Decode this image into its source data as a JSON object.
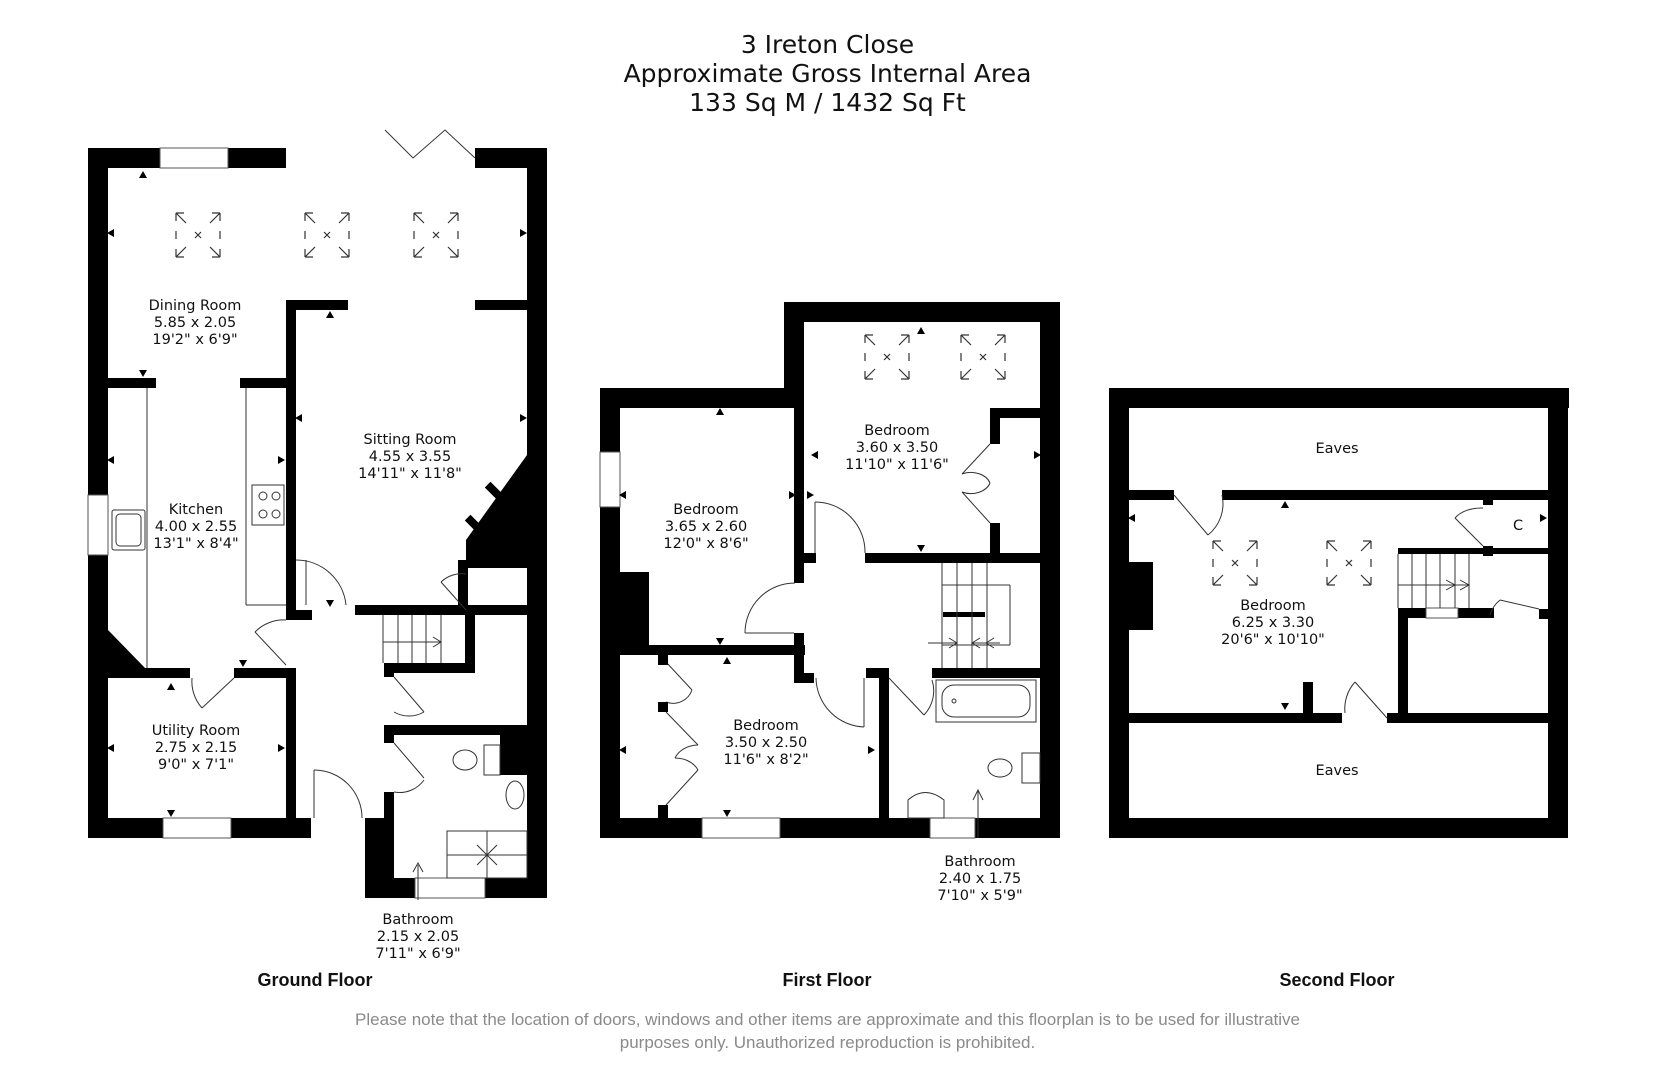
{
  "header": {
    "address": "3 Ireton Close",
    "area_title": "Approximate Gross Internal Area",
    "area_value": "133 Sq M / 1432 Sq Ft"
  },
  "floors": [
    {
      "name": "Ground Floor",
      "rooms": [
        {
          "name": "Dining Room",
          "metric": "5.85 x 2.05",
          "imperial": "19'2\" x 6'9\""
        },
        {
          "name": "Sitting Room",
          "metric": "4.55 x 3.55",
          "imperial": "14'11\" x 11'8\""
        },
        {
          "name": "Kitchen",
          "metric": "4.00 x 2.55",
          "imperial": "13'1\" x 8'4\""
        },
        {
          "name": "Utility Room",
          "metric": "2.75 x 2.15",
          "imperial": "9'0\" x 7'1\""
        },
        {
          "name": "Bathroom",
          "metric": "2.15 x 2.05",
          "imperial": "7'11\" x 6'9\""
        }
      ]
    },
    {
      "name": "First Floor",
      "rooms": [
        {
          "name": "Bedroom",
          "metric": "3.65 x 2.60",
          "imperial": "12'0\" x 8'6\""
        },
        {
          "name": "Bedroom",
          "metric": "3.60 x 3.50",
          "imperial": "11'10\" x 11'6\""
        },
        {
          "name": "Bedroom",
          "metric": "3.50 x 2.50",
          "imperial": "11'6\" x 8'2\""
        },
        {
          "name": "Bathroom",
          "metric": "2.40 x 1.75",
          "imperial": "7'10\" x 5'9\""
        }
      ]
    },
    {
      "name": "Second Floor",
      "rooms": [
        {
          "name": "Eaves"
        },
        {
          "name": "Bedroom",
          "metric": "6.25 x 3.30",
          "imperial": "20'6\" x 10'10\""
        },
        {
          "name": "Eaves"
        },
        {
          "name": "C"
        }
      ]
    }
  ],
  "disclaimer": {
    "line1": "Please note that the location of doors, windows and other items are approximate and this floorplan is to be used for illustrative",
    "line2": "purposes only. Unauthorized reproduction is prohibited."
  },
  "colors": {
    "wall": "#000000",
    "background": "#ffffff",
    "text": "#111111",
    "disclaimer": "#8a8a8a"
  }
}
